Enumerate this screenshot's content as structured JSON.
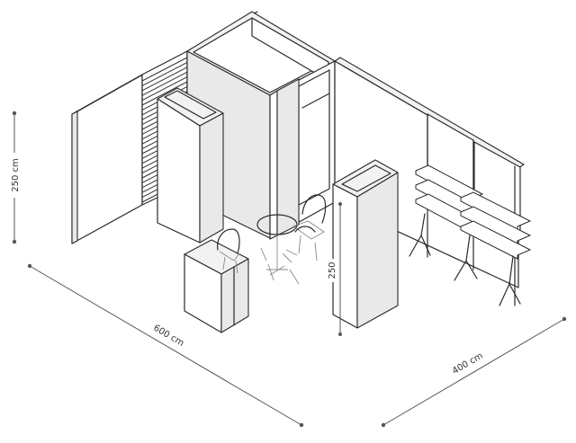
{
  "dimensions": {
    "width_label": "600 cm",
    "depth_label": "400 cm",
    "height_label": "250 cm",
    "tower_label": "250"
  },
  "colors": {
    "line": "#2a2a2a",
    "dimension": "#555555",
    "background": "#ffffff"
  }
}
